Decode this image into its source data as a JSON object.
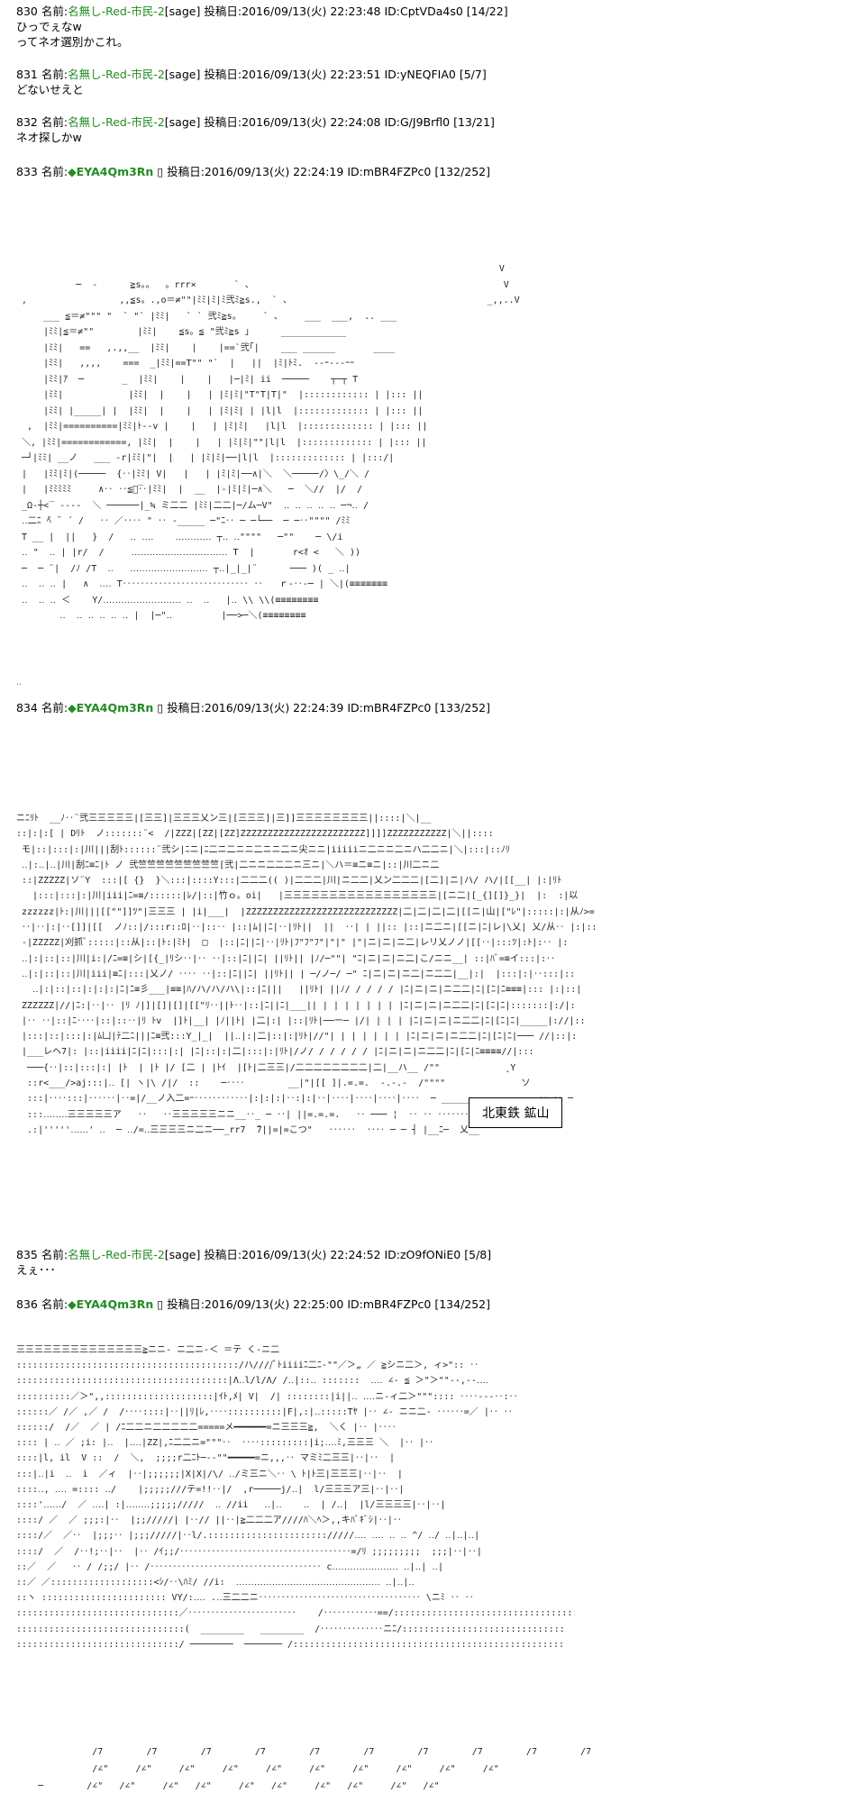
{
  "posts": [
    {
      "num": "830",
      "label": "名前:",
      "name": "名無し-Red-市民-2",
      "sage": "[sage]",
      "date_label": "投稿日:",
      "date": "2016/09/13(火) 22:23:48",
      "id": "ID:CptVDa4s0",
      "count": "[14/22]",
      "lines": [
        "ひっでぇなw",
        "ってネオ選別かこれ。"
      ]
    },
    {
      "num": "831",
      "label": "名前:",
      "name": "名無し-Red-市民-2",
      "sage": "[sage]",
      "date_label": "投稿日:",
      "date": "2016/09/13(火) 22:23:51",
      "id": "ID:yNEQFIA0",
      "count": "[5/7]",
      "lines": [
        "どないせえと"
      ]
    },
    {
      "num": "832",
      "label": "名前:",
      "name": "名無し-Red-市民-2",
      "sage": "[sage]",
      "date_label": "投稿日:",
      "date": "2016/09/13(火) 22:24:08",
      "id": "ID:G/J9Brfl0",
      "count": "[13/21]",
      "lines": [
        "ネオ探しかw"
      ]
    },
    {
      "num": "833",
      "label": "名前:",
      "name": "◆EYA4Qm3Rn",
      "icon": "▯",
      "date_label": "投稿日:",
      "date": "2016/09/13(火) 22:24:19",
      "id": "ID:mBR4FZPc0",
      "count": "[132/252]"
    },
    {
      "num": "834",
      "label": "名前:",
      "name": "◆EYA4Qm3Rn",
      "icon": "▯",
      "date_label": "投稿日:",
      "date": "2016/09/13(火) 22:24:39",
      "id": "ID:mBR4FZPc0",
      "count": "[133/252]"
    },
    {
      "num": "835",
      "label": "名前:",
      "name": "名無し-Red-市民-2",
      "sage": "[sage]",
      "date_label": "投稿日:",
      "date": "2016/09/13(火) 22:24:52",
      "id": "ID:zO9fONiE0",
      "count": "[5/8]",
      "lines": [
        "えぇ･･･"
      ]
    },
    {
      "num": "836",
      "label": "名前:",
      "name": "◆EYA4Qm3Rn",
      "icon": "▯",
      "date_label": "投稿日:",
      "date": "2016/09/13(火) 22:25:00",
      "id": "ID:mBR4FZPc0",
      "count": "[134/252]"
    }
  ],
  "art": {
    "a833": "                                                                                         V\n           ─  -      ≧s。。  。rrr×       ` 、                                              V\n ,                 ,,≦s。.,o＝≠\"\"|ﾐﾐ|ﾐ|ﾐ弐ﾐ≧s.,  ` 、                                    _,,..V\n     ___ ≦＝≠\"\"\" \"  ` \"` |ﾐﾐ|   ` ` 弐ﾐ≧s。    ` 、    ___  ___,  .. ___\n     |ﾐﾐ|≦＝≠\"\"        |ﾐﾐ|    ≦s。≦ \"弐ﾐ≧s 」     ____________\n     |ﾐﾐ|   ==   ,.,,__  |ﾐﾐ|    |    |==`弐｢|    ___ ______       ____\n     |ﾐﾐ|   ,,,,    ===  _|ﾐﾐ|==T\"\" \"`  |   ||  |ﾐ|ﾄﾐ.  --ｰ---ｰｰ\n     |ﾐﾐ|ｱ  ─       _  |ﾐﾐ|    |    |   |─|ﾐ| ii  ─────    ┬─┬ T\n     |ﾐﾐ|            |ﾐﾐ|  |    |   | |ﾐ|ﾐ|\"T\"T|T|\"  |:::::::::::: | |::: ||\n     |ﾐﾐ| |_____| |  |ﾐﾐ|  |    |   | |ﾐ|ﾐ| | |l|l  |::::::::::::: | |::: ||\n  ,  |ﾐﾐ|==========|ﾐﾐ|ﾄ--v |    |   | |ﾐ|ﾐ|   |l|l  |::::::::::::: | |::: ||\n ＼, |ﾐﾐ|============, |ﾐﾐ|  |    |   | |ﾐ|ﾐ|\"\"|l|l  |::::::::::::: | |::: ||\n ─┘|ﾐﾐ| __ノ   ___ -r|ﾐﾐ|\"|  |   | |ﾐ|ﾐ|──|l|l  |::::::::::::: | |:::/|\n |   |ﾐﾐ|ﾐ|(─────  {‥|ﾐﾐ| V|   |   | |ﾐ|ﾐ|──∧|＼  ＼─────/〉\\_/＼ /\n |   |ﾐﾐﾐﾐﾐ     ∧‥ ‥≦＜̅‥|ﾐﾐ|  |  __  |-|ﾐ|ﾐ|─∧＼   ─  ＼//  |/  /\n _Ω‐┼<̅  ----  ＼ ──────|_≒ ミ二二 |ﾐﾐ|二二|─/ム─V\"  ‥ ‥ ‥ ‥ ‥ ─¬‥ /  \n ‥二ﾆ ̄ﾍ ̄  ´ /   ‥ ／‥‥ \" ‥ -_____ ─\"ﾆ‥ ─ ─└──  ─ ─‥\"\"\"\" /ﾐﾐ\n T __ |  ||   }  /   ‥ ‥‥    ‥‥‥‥‥‥ ┬‥ ‥\"\"\"\"   ─\"\"    ─ \\/i\n ‥ \"  ‥ | |r/  /     ‥‥‥‥‥‥‥‥‥‥‥‥‥‥‥‥ T  |       r<ｵ <   ＼ ))\n ─  ─ ¨|  /ﾉ /T  ‥   ‥‥‥‥‥‥‥‥‥‥‥‥‥ ┬‥|_|_|¨      ─── )( _ ‥|\n ‥  ‥ ‥ |   ∧  ‥‥ T‥‥‥‥‥‥‥‥‥‥‥‥‥‥ ‥   ｒ-‥-─ | ＼|(≡≡≡≡≡≡≡\n ‥  ‥ ‥ ＜    Y/‥‥‥‥‥‥‥‥‥‥‥‥‥ ‥  ‥   |‥ \\\\ \\\\(≡≡≡≡≡≡≡≡\n        ‥  ‥ ‥ ‥ ‥ ‥ |  |─\"‥         |──>─＼(≡≡≡≡≡≡≡≡",
    "a834": "ニﾆﾘﾄ  __ﾉ‥¨弐三三三三三|[三三]|三三三乂ン三|[三三三]|三]]三三三三三三三三||::::|＼|__\n::|:|:[ | Dﾘﾄ  ノ:::::::¨<  /|ZZZ|[ZZ|[ZZ]ZZZZZZZZZZZZZZZZZZZZZZZ]]]]ZZZZZZZZZZZ|＼||::::\n モ|::|:::|:|川|||刮ﾄ::::::¨弐シ|ﾆニ|ﾆ二ニ二ニニ二ニニ二ニ尖ニニ|iiiiiニ二ニニ二ニハ二二ニ|＼|:::|::ﾉﾘ\n ‥|:‥|‥|川|刮ﾆ≡ﾆ|ﾄ ノ 弐竺竺竺竺竺竺竺竺竺[弐|二ニニ二二二ニ三ニ|＼ハ＝≡ニ≡ニ|::|川二ニ二\n ::|ZZZZZ|ソ¨Y  :::|[ {}  }＼:::|::::Y:::|二二二(( )|二二二|川|ニ二二|乂ン二二二|[二]|ニ|ハ/ ハ/|[[__| |:|ﾘﾄ\n   |:::|:::|:|川|iii|ﾆ=≡/::::::|ﾚ/|::|竹ｏ。oi|   |三三三三三三三三三三三三三三三三三|[ニ二|[_{][]}_}|  |:  :|以\n zzzzzz|ﾄ:|川|||[[\"\"]]ﾂ\"|三三三 | |i|___|  |ZZZZZZZZZZZZZZZZZZZZZZZZZZZZ|二|二|二|二|[[ニ|山|[\"ﾚ\"|:::::|:|从ﾉ>=\n ‥|‥|:|‥[]]|[[  ノﾉ::|/:::r::ﾛ|‥|::‥ |::|ﾑ||ﾆ|‥|ﾘﾄ||  ||  ‥| | ||:: |::|ニ二ニ|[[ニ|ﾆ|レ|\\乂| 乂/从‥ |:|::\n -|ZZZZZ|刈抓ﾞ:::::|::从|::|ﾄ:|ﾐﾄ|  □  |::|ﾆ||ﾆ|‥|ﾘﾄ|ﾌ\"ﾌ\"ﾌ\"|\"|\" |\"|ニ|ニ|ニ二|レリ乂ノノ|[[‥|:::ﾂ|:ﾄ|:‥ |:\n ‥|:|::|::|川|i:|/ﾆ=≡|シ|[{_|ﾘシ‥|‥ ‥|::|ﾆ||ﾆ| ||ﾘﾄ|| |ﾉ/─\"\"| \"ﾆ|ニ|ニ|ニ二|こ/ニニ__| ::|ﾊﾞ=≡イ:::|:‥\n ‥|:|::|::|川|iii|≡ﾆ|:::|乂ノ/ ‥‥ ‥|::|ﾆ||ﾆ| ||ﾘﾄ|| | ─/ノ─/ ─\" ﾆ|ニ|ニ|ニ二|ニ二二|__|:|  |:::|:|‥:::|::\n   ‥|:|::|::|:|:|:|ﾆ|ﾆ≡彡___|≡≡|ﾊ/ハ/ハ/ハ\\|::|ﾆ|||   ||ﾘﾄ| ||ﾉ/ / / / / |ﾆ|ニ|ニ|ニ二二|ﾆ|[ﾆ|ﾆ≡≡≡|::: |:|::|\n ZZZZZZ|//|ﾆ:|‥|‥ |ﾘ ﾉ|]|[]|[]|[[\"ﾘ‥||ﾄ‥|::|ﾆ||ﾆ|___|| | | | | | | | |ﾆ|ニ|ニ|ニ二二|ﾆ|[ﾆ|ﾆ|:::::::|:/|:\n |‥ ‥|::|ﾆ‥‥|::|::‥|ﾘ ﾄv  |]ﾄ|__| |ﾉ||ﾄ| |二|:| |::|ﾘﾄ|──ー─ |/| | | | |ﾆ|ニ|ニ|ニ二二|ﾆ|[ﾆ|ﾆ|_____|://|::\n |:::|::|:::|:|ﾑ凵|ﾃ二ﾆ|||ﾆ≡弐:::Y_|_|  ||‥|:|二|::|:|ﾘﾄ|//\"| | | | | | | |ﾆ|ニ|ニ|ニ二二|ﾆ|[ﾆ|ﾆ|─── //|::|:\n |___レヘ7|: |::|iiii|ﾆ|ﾆ|:::|:| |ﾆ|::|:|二|:::|:|ﾘﾄ|/ノ/ / / / / / |ﾆ|ニ|ニ|ニ二二|ﾆ|[ﾆ|ﾆ≡≡≡≡//|:::\n  ───{‥|::|:::|:| |ﾄ  | |ﾄ |/ [二 | |ﾄｲ  |[ﾄ|二三三|/二二二二二二二二|二|__ハ__ /\"\"            ¸Y\n  ::r<___/>aj:::|‥ [| ヽ|\\ /|/  ::    ─‥‥        __|\"|[[ ]|.=.=.  -.-.-  /\"\"\"\"              ソ\n  :::|‥‥:::|‥‥‥|‥=|/__ノ入二=ｰ‥‥‥‥‥‥|:|:|:|‥:|:|‥|‥‥|‥‥|‥‥|‥‥  ─ _________________ ‥ ‥ ─\n  :::‥‥‥‥三三三三三ア   ‥   ‥三三三三三ニニ__‥_ ─ ‥| ||=.=.=.   ‥ ─── ¦  ‥ ‥ ‥‥‥‥}\n  .:|'''''‥‥‥' ‥  ─ ‥/=‥三三三三ニ二ニ──_rr7  ̄7||=|=こつ\"   ‥‥‥  ‥‥ ─ ─ ┤ |__ﾆ─  乂__",
    "a836": "三三三三三三三三三三三三三三≧ニニ‐ ニ二ニ‐＜ ＝テ く‐ニ二\n:::::::::::::::::::::::::::::::::::::::::/ハ////ﾞﾄiiiiﾆ二ﾆ‐\"\"／＞„ ／ ≧シニ二＞, ィ>\":: ‥\n:::::::::::::::::::::::::::::::::::::::|Λ‥l/l/Λ/ /‥|::‥ :::::::  ‥‥ ∠‐ ≦ ＞\"＞\"\"‐-,--‥‥\n::::::::::／＞\",,::::::::::::::::::::|ｲﾄ,ﾒ| V|  /| ::::::::|i||‥ ‥‥ニ‐ィ二＞\"\"\":::: ‥‥---‥:‥\n::::::／ /／ ,／ /  /‥‥::::|‥||ﾘ|ﾚ,‥‥::::::::::|F|,:|‥:::::Tﾔ |‥ ∠‐ ニニ二‐ ‥‥‥=／ |‥ ‥\n::::::/  /／  ／ | /ﾆ二二ニ二二二二二=====メ━━━━━━=ニ三三三≧,  ＼く |‥ |‥‥\n:::: | ‥ ／ ;i: |‥  |‥‥|ZZ|,ﾆ二二ニ=\"\"\"‥  ‥‥:::::::::|i;‥‥ﾐ,三三三 ＼  |‥ |‥ \n::::|l, il  V ::  /  ＼,  ;;;;r二ﾆﾄ─‐‐\"\"━━━━━=ニ,,,‥ マミﾐ二三三|‥|‥  |\n:::|‥|i  ‥  i  ／ィ  |‥|;;;;;;|X|X|/\\/ ‥/ミ三ニ＼‥ \\ ﾄ|ﾄ三|三三三|‥|‥  |\n::::‥, ‥‥ =:::: ‥/    |;;;;;///テ=!!‥|/  ,r─────j/‥|  l/三三三ア三|‥|‥|\n::::'‥‥‥/  ／ ‥‥| :|‥‥‥‥;;;;;/////  ‥ //ii   ‥|‥    ‥  | /‥|  |l/三三三三|‥|‥|\n::::/ ／  ／ ;;;:|‥  |;;/////| |‥// ||‥|≧二二二ア////ﾊ＼ﾍ＞,,キﾊﾞｷﾞｼ|‥|‥\n::::/／  ／‥  |;;;‥ |;;;/////|‥l/.:::::::::::::::::::::://///‥‥ ‥‥ ‥ ‥ ^/ ‥/ ‥|‥|‥|\n::::/  ／  /‥!;‥|‥  |‥ /ｲ;;/‥‥‥‥‥‥‥‥‥‥‥‥‥‥‥‥‥‥‥=/ﾘ ;;;;;;;;;  ;;;|‥|‥|\n::／  ／   ‥ / /;;/ |‥ /‥‥‥‥‥‥‥‥‥‥‥‥‥‥‥‥‥‥‥ c‥‥‥‥‥‥‥‥‥‥‥ ‥|‥| ‥|\n::／ ／:::::::::::::::::::<ｼ/‥\\ﾊﾐ/ //i:  ‥‥‥‥‥‥‥‥‥‥‥‥‥‥‥‥‥‥‥‥‥‥‥‥ ‥|‥|‥\n::ヽ ::::::::::::::::::::::: VY/:‥‥ .‥三二二ニ‥‥‥‥‥‥‥‥‥‥‥‥‥‥‥‥‥‥ \\ニﾐ ‥ ‥\n::::::::::::::::::::::::::::::／‥‥‥‥‥‥‥‥‥‥‥‥    /‥‥‥‥‥‥==/:::::::::::::::::::::::::::::::::::\n:::::::::::::::::::::::::::::::(  ________   ________  /‥‥‥‥‥‥‥ニﾆ/::::::::::::::::::::::::::::::\n::::::::::::::::::::::::::::::/ ────────  ─────── /::::::::::::::::::::::::::::::::::::::::::::::::::",
    "a837": "              /7        /7        /7        /7        /7        /7        /7        /7        /7        /7\n              /∠\"     /∠\"     /∠\"     /∠\"     /∠\"     /∠\"     /∠\"     /∠\"     /∠\"     /∠\"\n    ─        /∠\"   /∠\"     /∠\"   /∠\"     /∠\"   /∠\"     /∠\"   /∠\"     /∠\"   /∠\""
  },
  "sign834": "北東鉄 鉱山",
  "sep": ".."
}
